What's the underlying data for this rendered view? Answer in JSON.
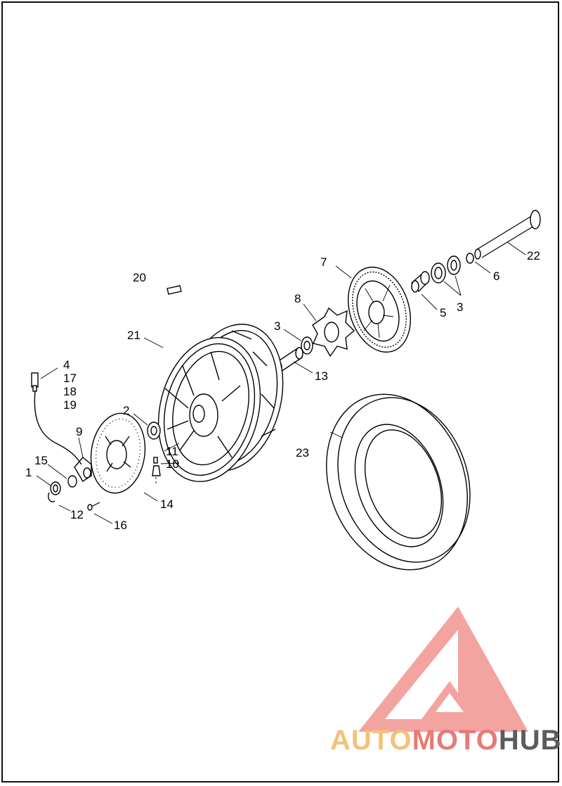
{
  "callouts": {
    "c1": "1",
    "c2": "2",
    "c3a": "3",
    "c3b": "3",
    "c4": "4",
    "c5": "5",
    "c6": "6",
    "c7": "7",
    "c8": "8",
    "c9": "9",
    "c10": "10",
    "c11": "11",
    "c12": "12",
    "c13": "13",
    "c14": "14",
    "c15": "15",
    "c16": "16",
    "c17": "17",
    "c18": "18",
    "c19": "19",
    "c20": "20",
    "c21": "21",
    "c22": "22",
    "c23": "23"
  },
  "logo": {
    "part_a": "AUTO",
    "part_b": "MOTO",
    "part_c": "HUB",
    "colors": {
      "auto": "#f3c27a",
      "moto": "#e77b76",
      "hub": "#5c5c5c",
      "triangle": "#ee7d78"
    }
  }
}
